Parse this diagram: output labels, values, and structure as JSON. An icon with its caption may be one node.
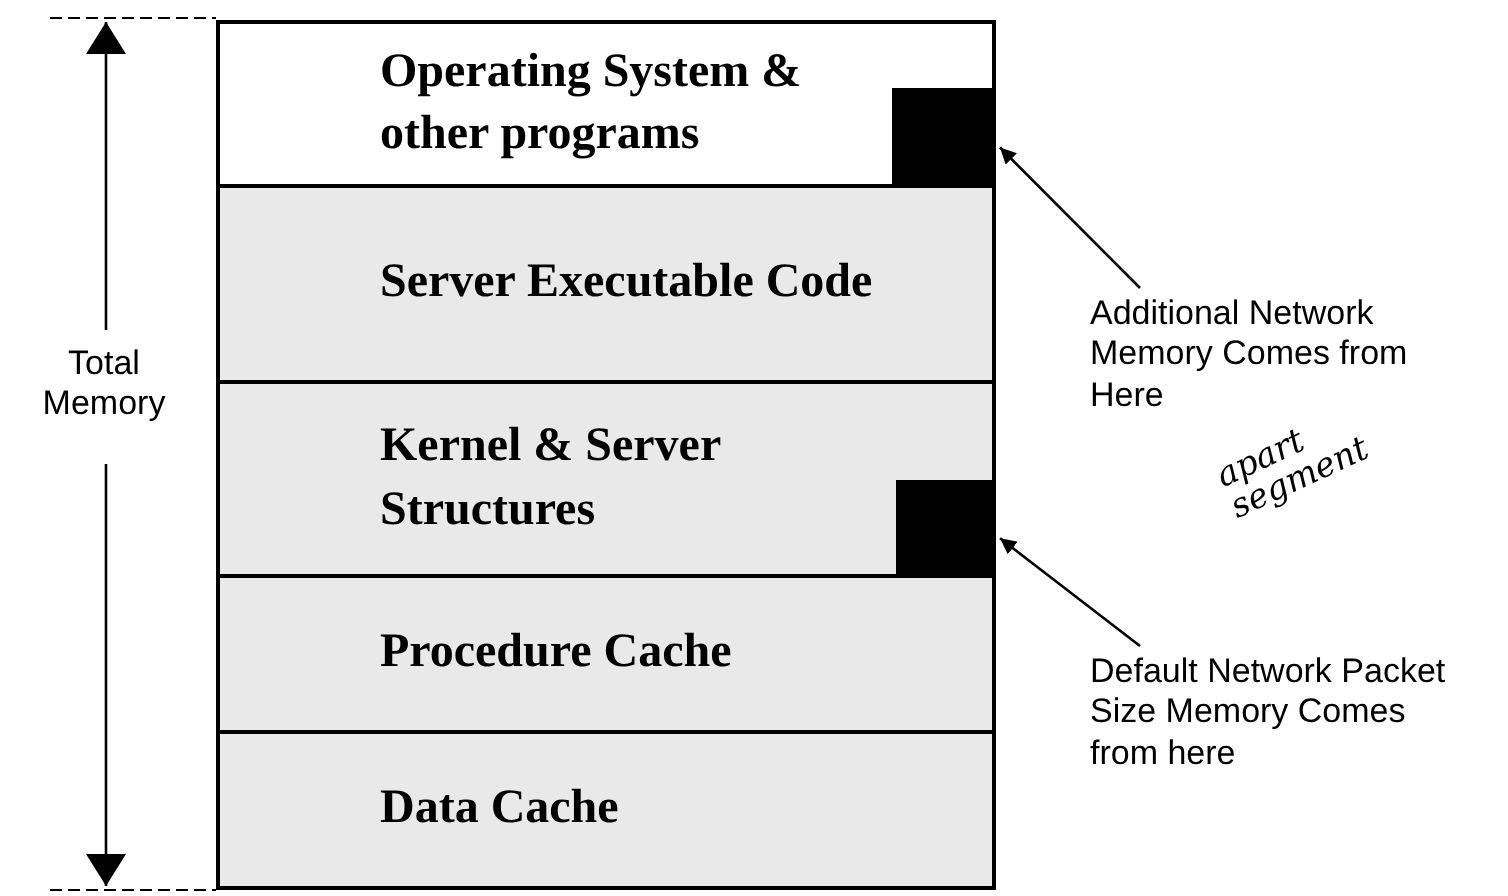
{
  "diagram": {
    "nodes": [
      {
        "text": [
          "Operating System & other programs"
        ]
      },
      {
        "text": [
          "Server Executable Code"
        ]
      },
      {
        "text": [
          "Kernel & Server Structures"
        ]
      },
      {
        "text": [
          "Procedure Cache"
        ]
      },
      {
        "text": [
          "Data Cache"
        ]
      },
      {
        "text": [],
        "shape": "box",
        "in": 0
      },
      {
        "text": [],
        "shape": "box",
        "in": 2
      },
      {
        "text": [
          "Additional Network Memory Comes from Here"
        ]
      },
      {
        "text": [
          "Default Network Packet Size Memory Comes from here"
        ]
      }
    ],
    "edges": [
      {
        "from": 7,
        "to": 5,
        "arrow": "to"
      },
      {
        "from": 8,
        "to": 6,
        "arrow": "to"
      }
    ],
    "labels": [
      "Total Memory",
      "apart segment"
    ]
  }
}
